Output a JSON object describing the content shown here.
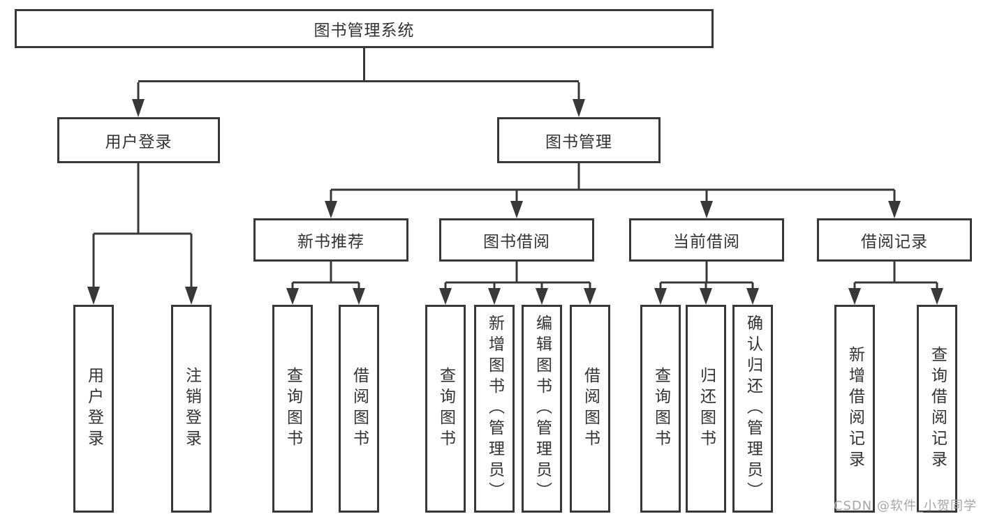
{
  "diagram": {
    "root": {
      "label": "图书管理系统"
    },
    "level2": [
      {
        "label": "用户登录"
      },
      {
        "label": "图书管理"
      }
    ],
    "level3": [
      {
        "label": "新书推荐"
      },
      {
        "label": "图书借阅"
      },
      {
        "label": "当前借阅"
      },
      {
        "label": "借阅记录"
      }
    ],
    "leaves": [
      {
        "label": "用户登录"
      },
      {
        "label": "注销登录"
      },
      {
        "label": "查询图书"
      },
      {
        "label": "借阅图书"
      },
      {
        "label": "查询图书"
      },
      {
        "label": "新增图书（管理员）"
      },
      {
        "label": "编辑图书（管理员）"
      },
      {
        "label": "借阅图书"
      },
      {
        "label": "查询图书"
      },
      {
        "label": "归还图书"
      },
      {
        "label": "确认归还（管理员）"
      },
      {
        "label": "新增借阅记录"
      },
      {
        "label": "查询借阅记录"
      }
    ],
    "colors": {
      "line": "#383838",
      "text": "#333333",
      "watermark": "#a6a6a6",
      "background": "#ffffff"
    },
    "watermark": "CSDN @软件_小贺同学"
  }
}
